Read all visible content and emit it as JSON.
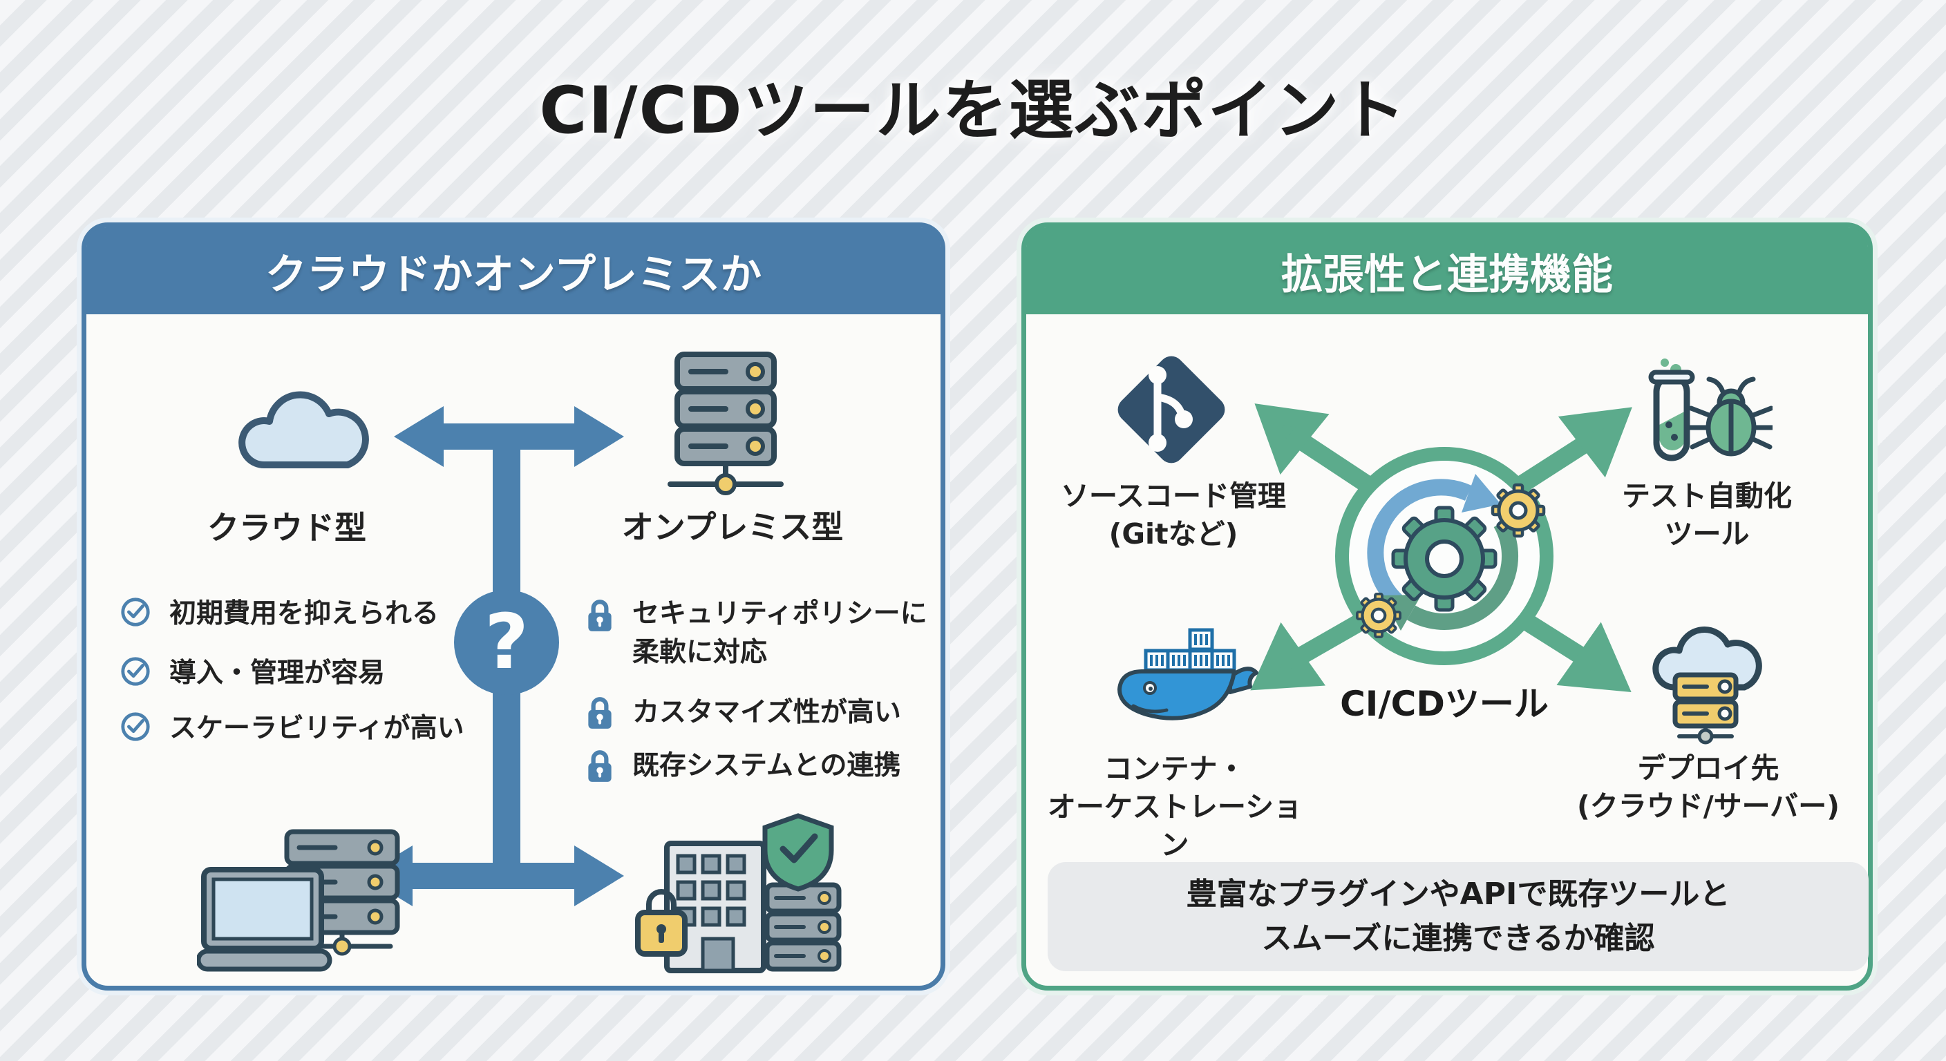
{
  "title": "CI/CDツールを選ぶポイント",
  "colors": {
    "accent_blue": "#4a7ca9",
    "accent_green": "#4fa485",
    "arrow_green": "#5cab8c",
    "docker_blue": "#3295d6",
    "highlight_yellow": "#f0cd6d",
    "outline_navy": "#2e4756"
  },
  "icons": [
    "cloud-icon",
    "server-rack-icon",
    "check-circle-icon",
    "lock-icon",
    "question-circle-icon",
    "laptop-servers-icon",
    "building-shield-icon",
    "git-icon",
    "test-automation-icon",
    "docker-whale-icon",
    "cloud-deploy-icon",
    "cicd-gears-icon"
  ],
  "left_panel": {
    "header": "クラウドかオンプレミスか",
    "cloud_label": "クラウド型",
    "onprem_label": "オンプレミス型",
    "question_mark": "?",
    "cloud_benefits": [
      "初期費用を抑えられる",
      "導入・管理が容易",
      "スケーラビリティが高い"
    ],
    "onprem_benefits": [
      [
        "セキュリティポリシーに",
        "柔軟に対応"
      ],
      [
        "カスタマイズ性が高い"
      ],
      [
        "既存システムとの連携"
      ]
    ]
  },
  "right_panel": {
    "header": "拡張性と連携機能",
    "center_label": "CI/CDツール",
    "nodes": {
      "source": {
        "line1": "ソースコード管理",
        "line2": "(Gitなど)"
      },
      "test": {
        "line1": "テスト自動化",
        "line2": "ツール"
      },
      "container": {
        "line1": "コンテナ・",
        "line2": "オーケストレーション"
      },
      "deploy": {
        "line1": "デプロイ先",
        "line2": "(クラウド/サーバー)"
      }
    },
    "note_line1": "豊富なプラグインやAPIで既存ツールと",
    "note_line2": "スムーズに連携できるか確認"
  }
}
